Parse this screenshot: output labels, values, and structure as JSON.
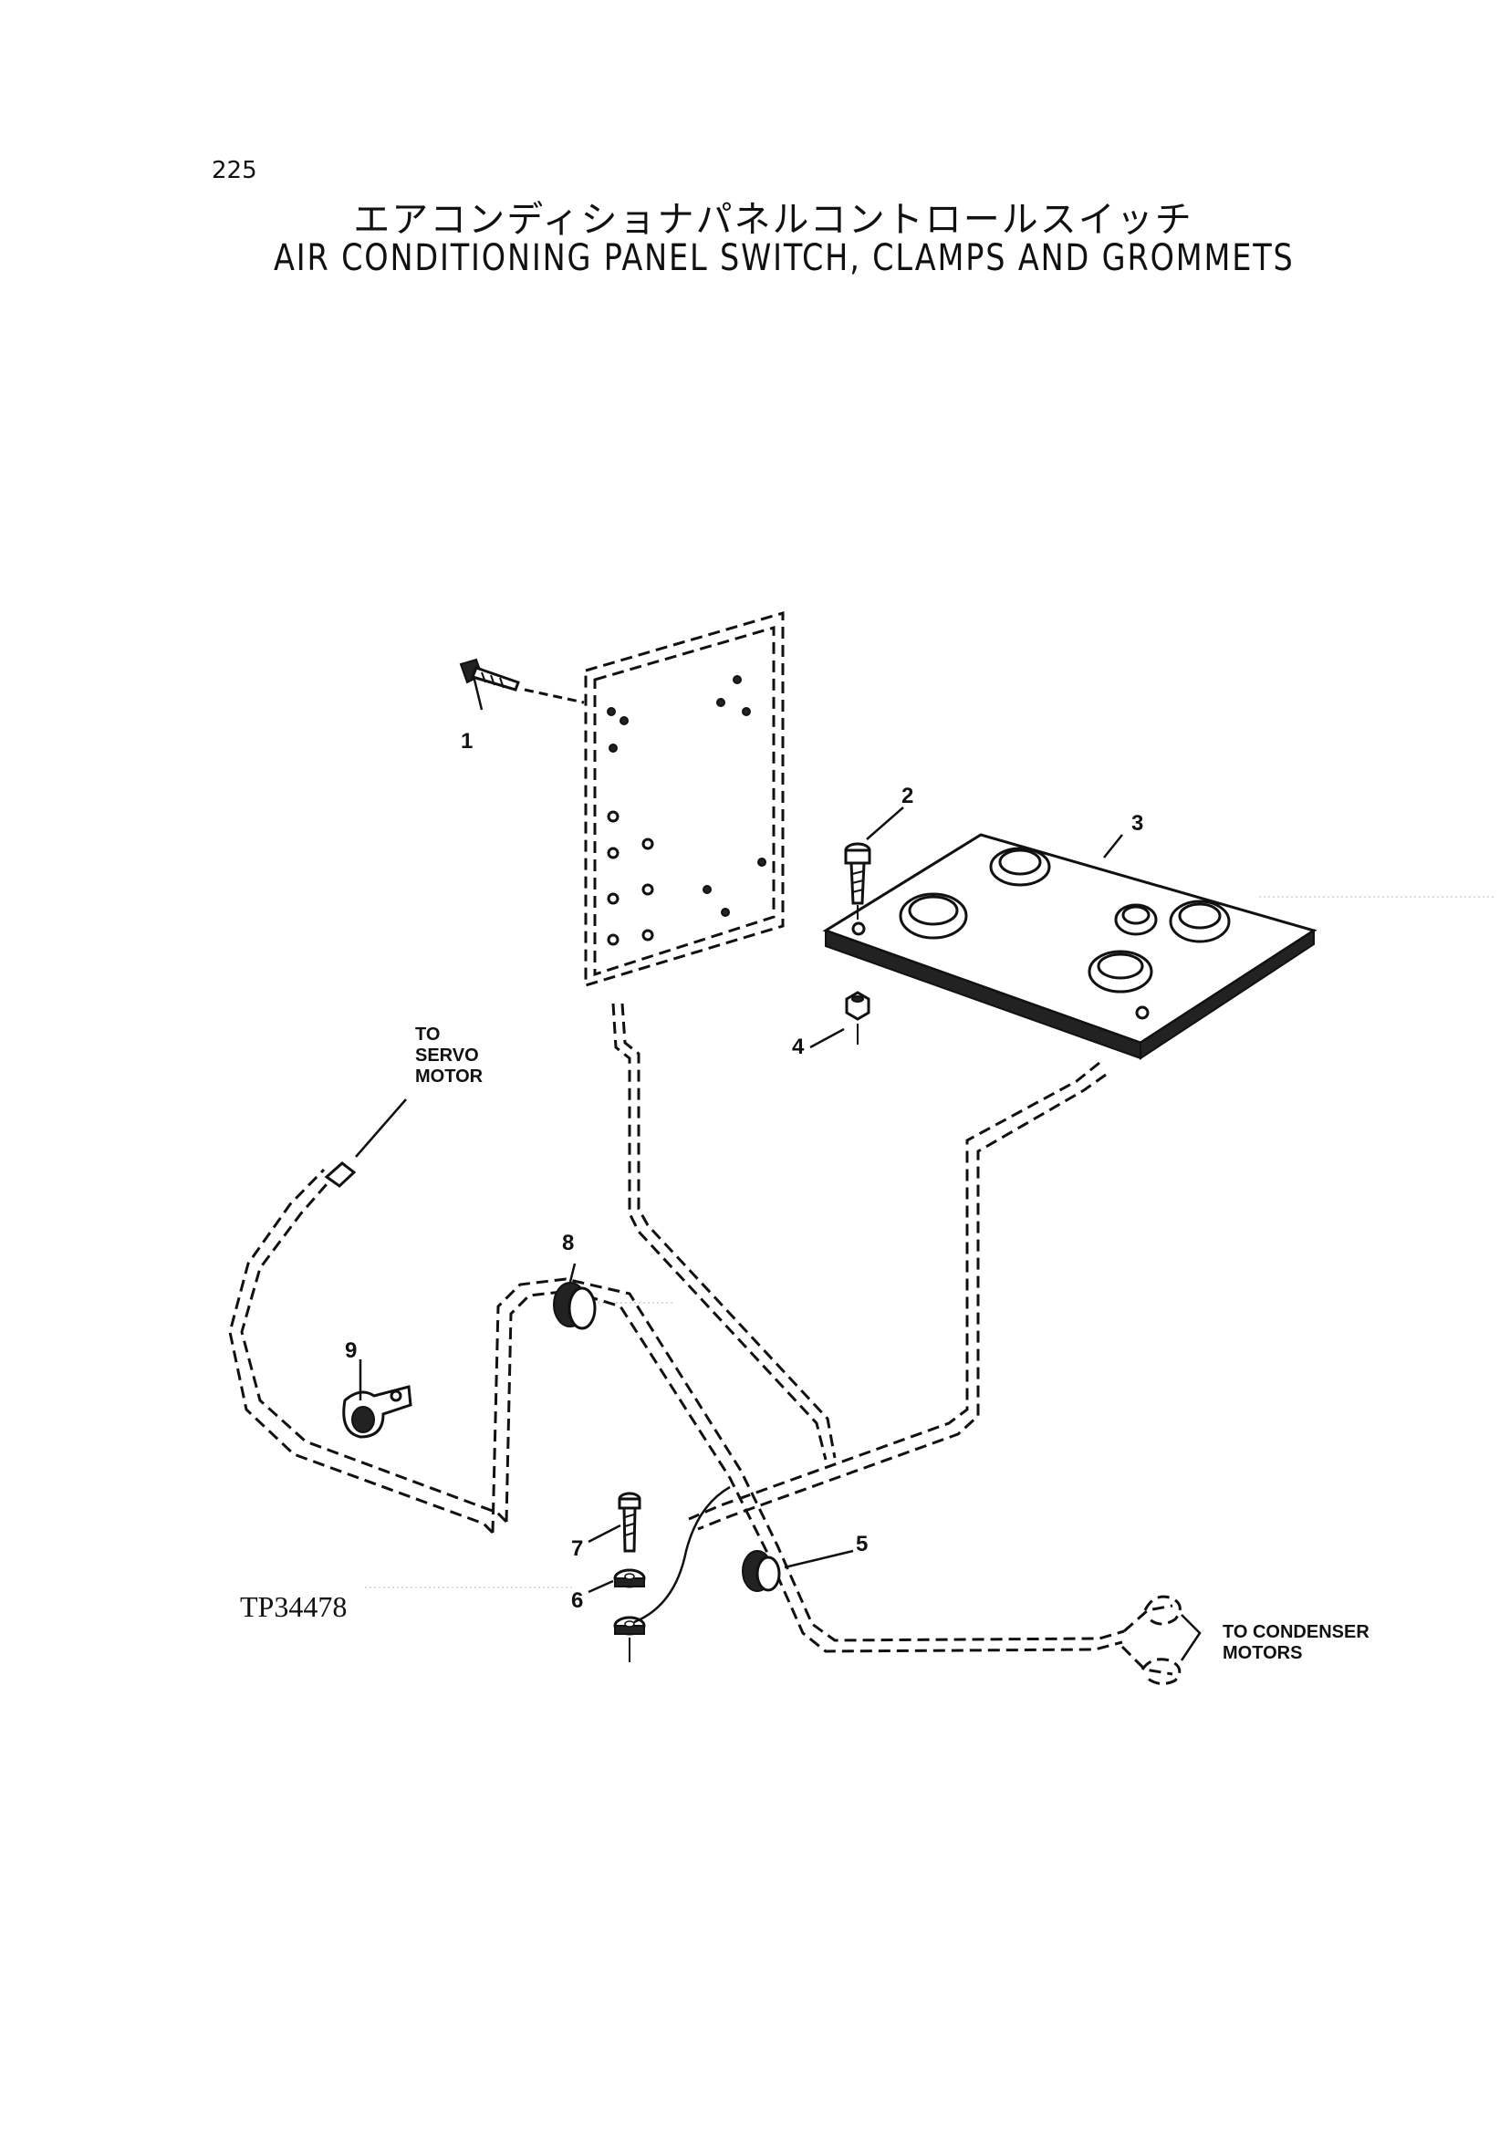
{
  "page_number": "225",
  "title_japanese": "エアコンディショナパネルコントロールスイッチ",
  "title_english": "AIR CONDITIONING PANEL SWITCH, CLAMPS AND GROMMETS",
  "drawing_id": "TP34478",
  "callouts": [
    "1",
    "2",
    "3",
    "4",
    "5",
    "6",
    "7",
    "8",
    "9"
  ],
  "notes": {
    "servo_line1": "TO",
    "servo_line2": "SERVO",
    "servo_line3": "MOTOR",
    "condenser_line1": "TO CONDENSER",
    "condenser_line2": "MOTORS"
  }
}
